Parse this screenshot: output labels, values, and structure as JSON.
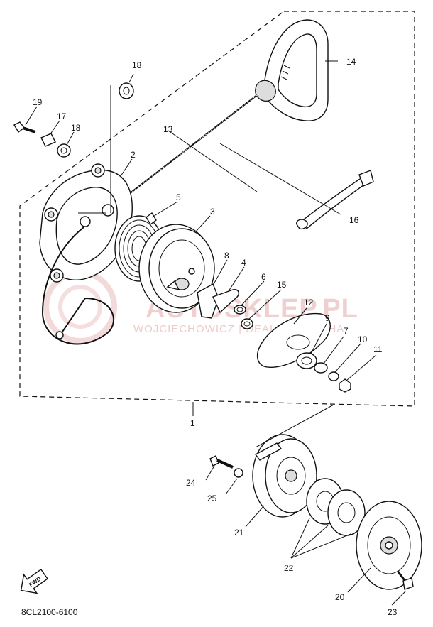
{
  "diagram_code": "8CL2100-6100",
  "fwd_label": "FWD",
  "watermark": {
    "main": "AUTOSKLEP.PL",
    "sub": "WOJCIECHOWICZ | DEALER YAMAHA"
  },
  "callouts": [
    "1",
    "2",
    "3",
    "4",
    "5",
    "6",
    "7",
    "8",
    "9",
    "10",
    "11",
    "12",
    "13",
    "14",
    "15",
    "16",
    "17",
    "18",
    "18",
    "19",
    "20",
    "21",
    "22",
    "23",
    "24",
    "25"
  ]
}
